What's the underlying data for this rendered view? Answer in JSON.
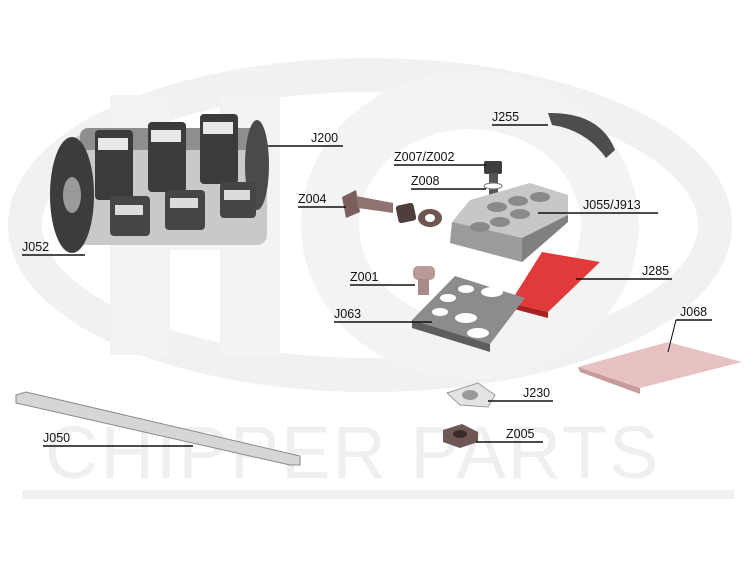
{
  "watermark": {
    "text": "CHIPPER PARTS"
  },
  "labels": {
    "J200": "J200",
    "J052": "J052",
    "J255": "J255",
    "Z007_Z002": "Z007/Z002",
    "Z008": "Z008",
    "Z004": "Z004",
    "J055_J913": "J055/J913",
    "Z001": "Z001",
    "J285": "J285",
    "J063": "J063",
    "J068": "J068",
    "J230": "J230",
    "J050": "J050",
    "Z005": "Z005"
  },
  "colors": {
    "watermark": "#efefef",
    "metal_dark": "#5a5a5a",
    "metal_light": "#bdbdbd",
    "hardware": "#8a6a66",
    "counter_knife": "#e23a3a",
    "knife_pink": "#e8c2c2"
  }
}
